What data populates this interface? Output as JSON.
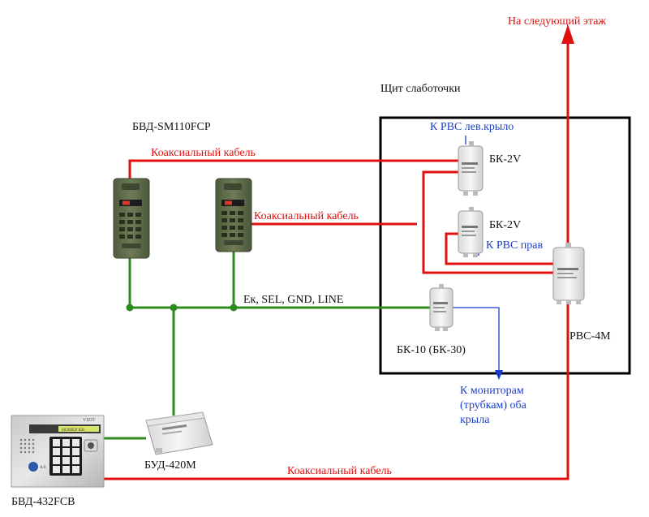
{
  "colors": {
    "coax": "#e01010",
    "bus": "#2e8b1e",
    "monitor": "#1a3fd0",
    "panel_border": "#000000"
  },
  "labels": {
    "next_floor": "На следующий этаж",
    "panel_title": "Щит слаботочки",
    "bvd_sm110": "БВД-SM110FCP",
    "coax_top": "Коаксиальный кабель",
    "coax_mid": "Коаксиальный кабель",
    "coax_bottom": "Коаксиальный кабель",
    "bus_label": "Ек, SEL, GND, LINE",
    "rvs_left_wing": "К РВС лев.крыло",
    "rvs_right": "К РВС прав",
    "bk2v_top": "БК-2V",
    "bk2v_mid": "БК-2V",
    "bk10": "БК-10 (БК-30)",
    "rvs4m": "РВС-4М",
    "monitors_line1": "К мониторам",
    "monitors_line2": "(трубкам) оба",
    "monitors_line3": "крыла",
    "bud420m": "БУД-420М",
    "bvd432": "БВД-432FCB"
  },
  "devices": {
    "panel_brand": "VIZIT",
    "panel_display": "НОМЕР КВ."
  },
  "icons": {
    "arrow_up": "arrow-up-icon",
    "arrow_down": "arrow-down-icon"
  }
}
